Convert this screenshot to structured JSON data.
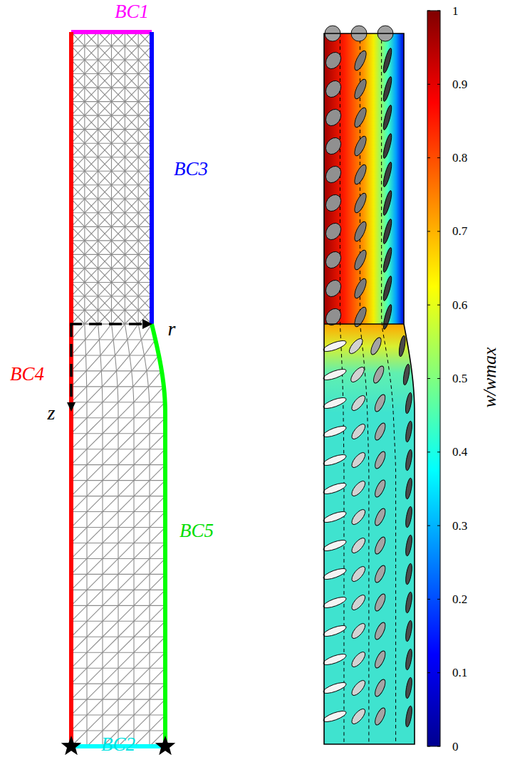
{
  "diagram": {
    "labels": [
      "BC1",
      "BC3",
      "r",
      "BC4",
      "z",
      "BC5",
      "BC2",
      "1",
      "0.9",
      "0.8",
      "0.7",
      "0.6",
      "0.5",
      "0.4",
      "0.3",
      "0.2",
      "0.1",
      "0",
      "w/wmax"
    ]
  }
}
